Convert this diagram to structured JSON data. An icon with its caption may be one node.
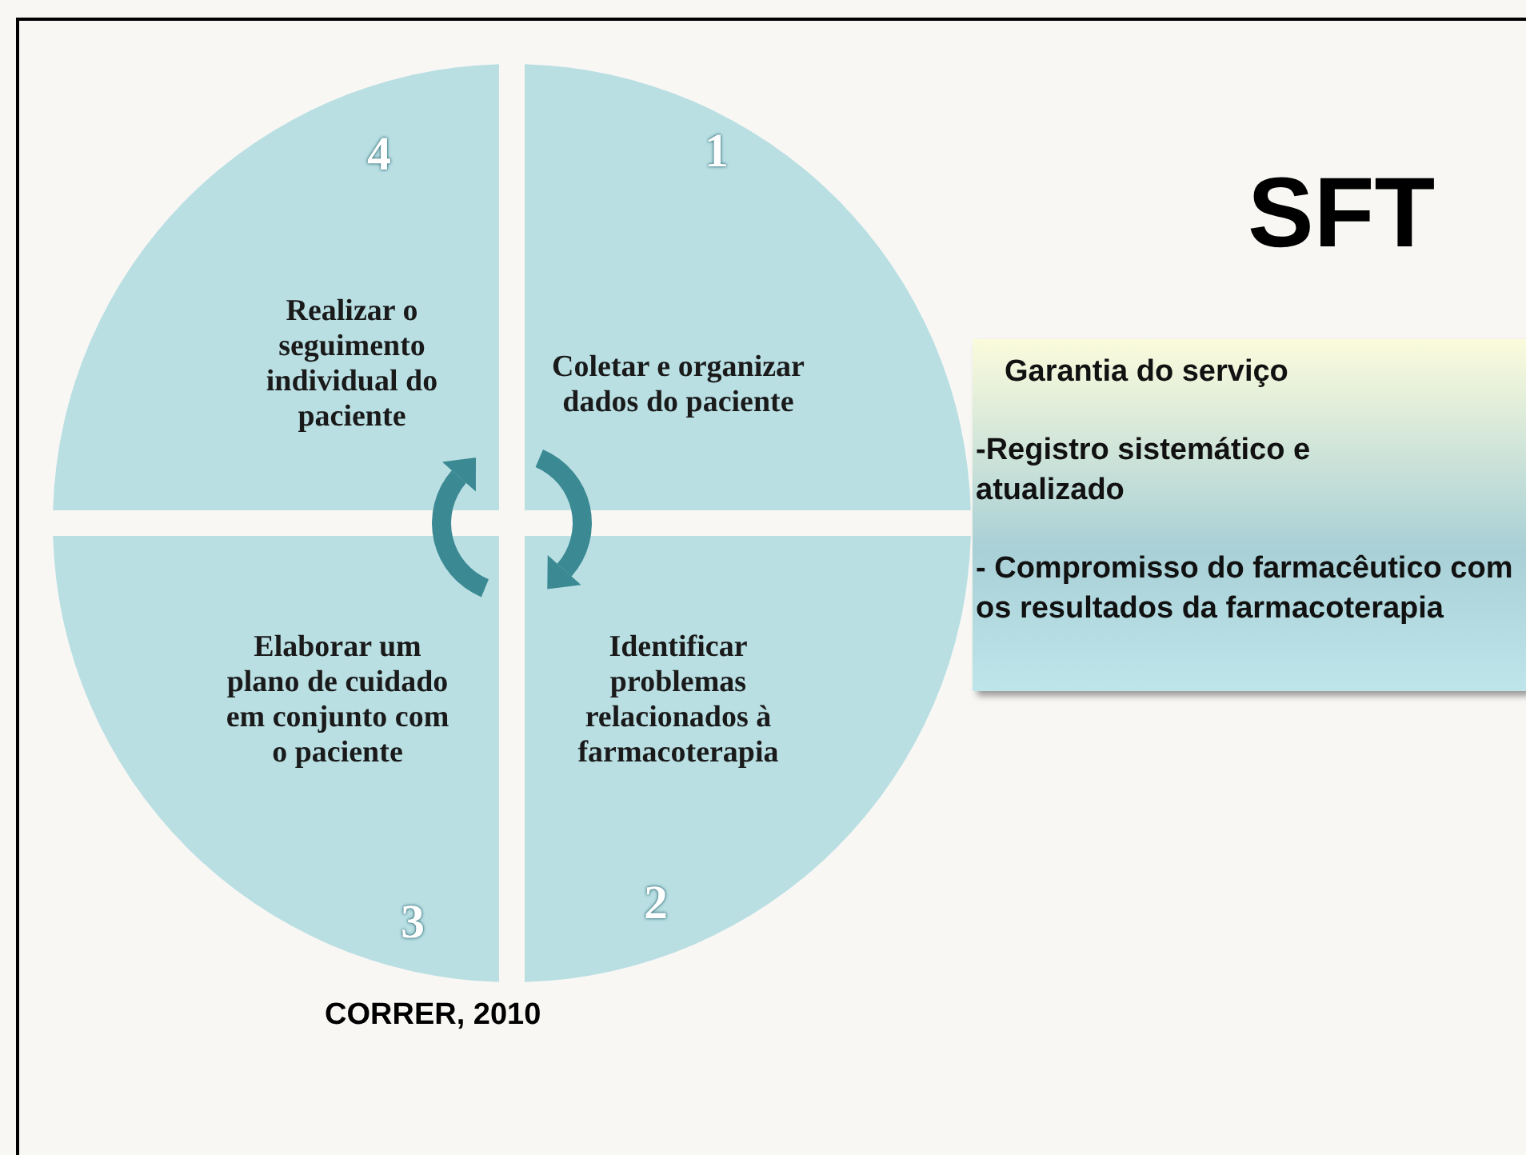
{
  "diagram": {
    "title": "SFT",
    "nodes": [
      {
        "text": [
          "4",
          "Realizar o seguimento individual do paciente"
        ]
      },
      {
        "text": [
          "1",
          "Coletar e organizar dados do paciente"
        ]
      },
      {
        "text": [
          "Elaborar um plano de cuidado em conjunto com o paciente",
          "3"
        ]
      },
      {
        "text": [
          "Identificar problemas relacionados à farmacoterapia",
          "2"
        ]
      },
      {
        "text": [
          "Garantia do serviço",
          "-Registro sistemático e atualizado",
          "- Compromisso do farmacêutico com os resultados da farmacoterapia"
        ]
      }
    ],
    "edges": [],
    "labels": [
      "CORRER, 2010"
    ]
  }
}
